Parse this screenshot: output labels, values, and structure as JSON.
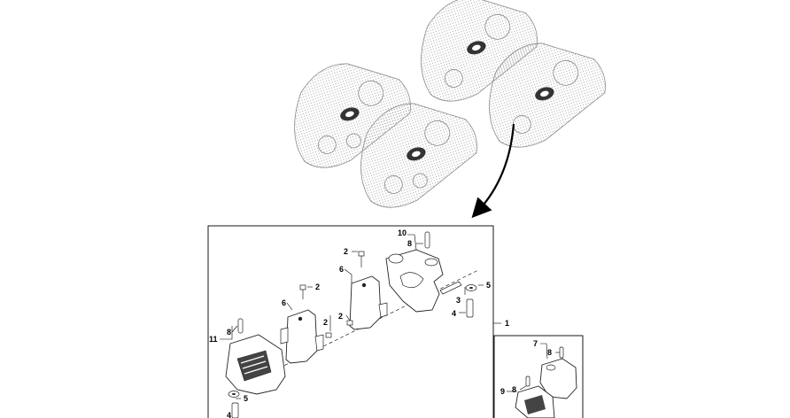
{
  "callouts": {
    "c1": "1",
    "c2a": "2",
    "c2b": "2",
    "c2c": "2",
    "c2d": "2",
    "c3": "3",
    "c4a": "4",
    "c4b": "4",
    "c5a": "5",
    "c5b": "5",
    "c6a": "6",
    "c6b": "6",
    "c7": "7",
    "c8a": "8",
    "c8b": "8",
    "c8c": "8",
    "c8d": "8",
    "c9": "9",
    "c10": "10",
    "c11": "11"
  },
  "colors": {
    "line": "#222222",
    "hatch": "#9a9a9a",
    "background": "#ffffff"
  }
}
